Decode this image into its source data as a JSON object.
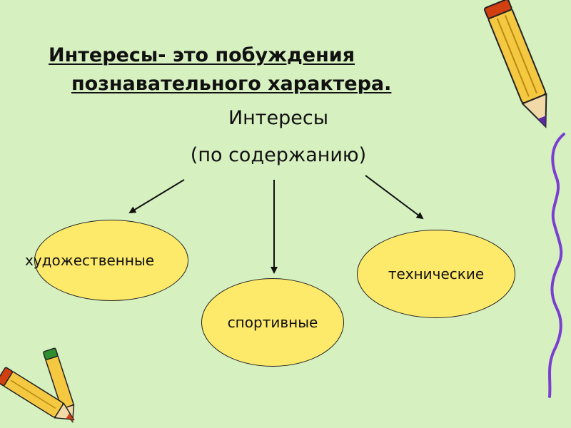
{
  "slide": {
    "title_line1": "Интересы- это побуждения",
    "title_line2": "познавательного характера.",
    "subtitle_line1": "Интересы",
    "subtitle_line2": "(по содержанию)"
  },
  "nodes": {
    "art": "художественные",
    "sport": "спортивные",
    "tech": "технические"
  },
  "colors": {
    "background": "#d6f0c0",
    "node_fill": "#fde96a",
    "pencil_body": "#f5c842",
    "pencil_accent": "#d04010",
    "squiggle": "#7a3fd0"
  },
  "icons": [
    "pencil-icon",
    "pencil-icon",
    "pencil-icon",
    "squiggle-line"
  ]
}
